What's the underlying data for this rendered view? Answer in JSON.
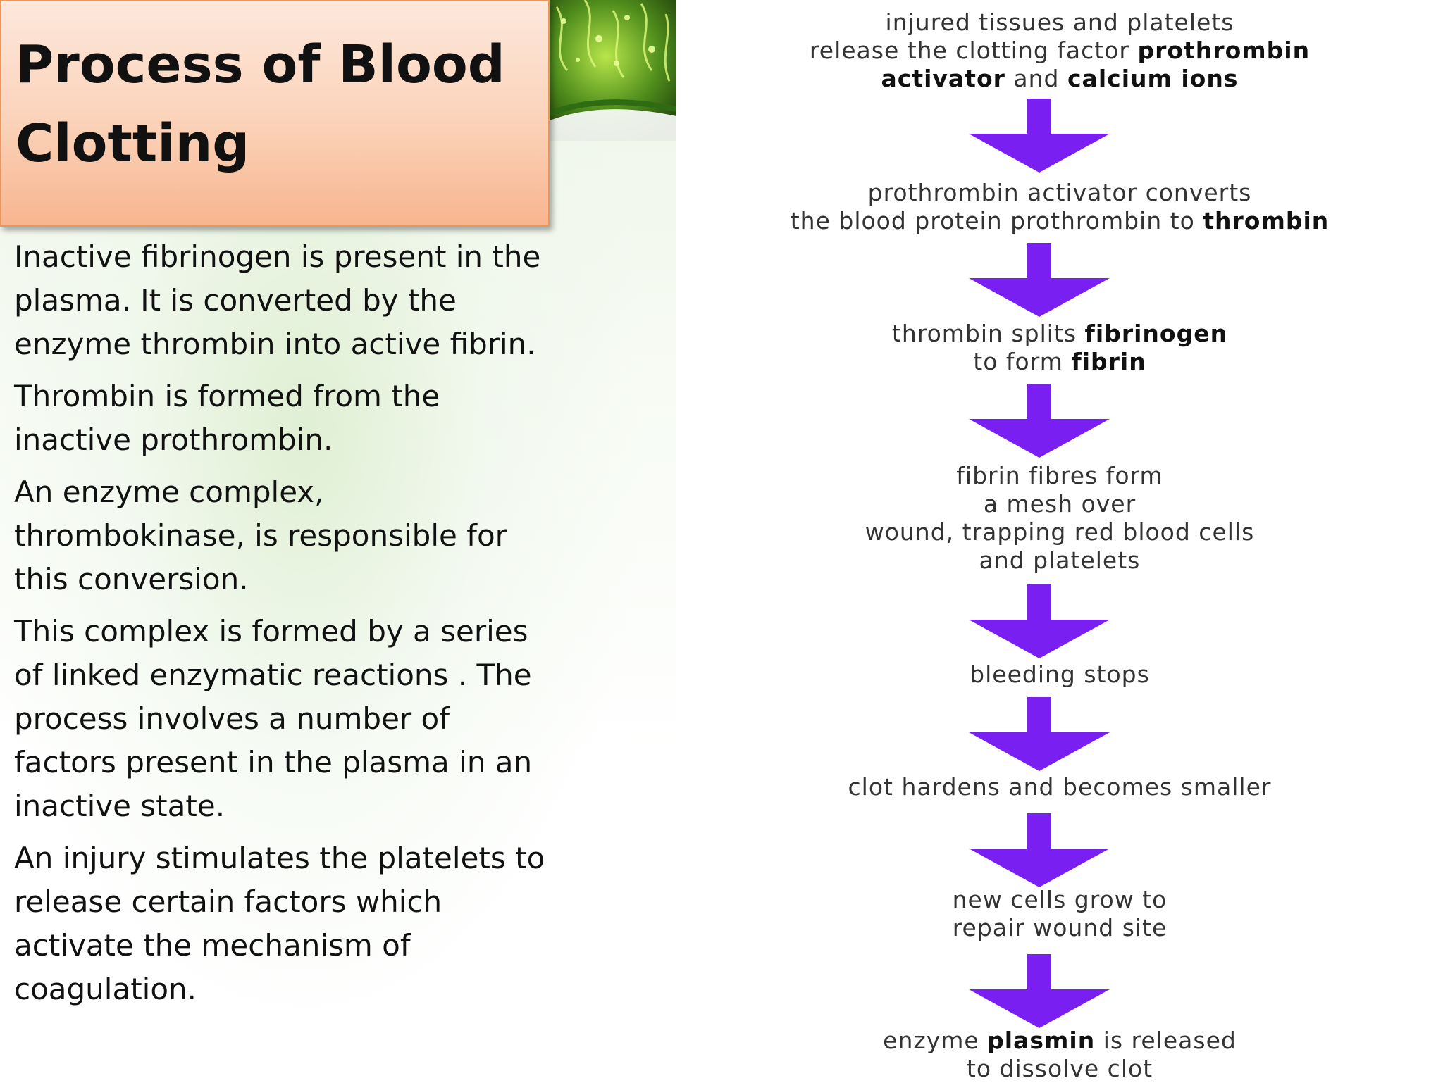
{
  "title": "Process of Blood Clotting",
  "paragraphs": [
    "Inactive fibrinogen is present in the plasma. It is converted by the enzyme thrombin into active fibrin.",
    "Thrombin is formed from the inactive prothrombin.",
    "An enzyme complex, thrombokinase, is responsible for this conversion.",
    "This complex is formed by a series of linked enzymatic reactions . The process involves a number of factors present in the plasma in an inactive state.",
    "An injury stimulates the platelets to release certain factors which activate the mechanism of coagulation."
  ],
  "flow_steps": {
    "s1": {
      "l1": "injured tissues and platelets",
      "l2_pre": "release the clotting factor ",
      "l2_bold": "prothrombin",
      "l3_bold_a": "activator",
      "l3_mid": " and ",
      "l3_bold_b": "calcium ions"
    },
    "s2": {
      "l1": "prothrombin activator converts",
      "l2_pre": "the blood protein prothrombin to ",
      "l2_bold": "thrombin"
    },
    "s3": {
      "l1_pre": "thrombin splits ",
      "l1_bold": "fibrinogen",
      "l2_pre": "to form ",
      "l2_bold": "fibrin"
    },
    "s4": {
      "l1": "fibrin fibres form",
      "l2": "a mesh over",
      "l3": "wound, trapping red blood cells",
      "l4": "and platelets"
    },
    "s5": {
      "l1": "bleeding stops"
    },
    "s6": {
      "l1": "clot hardens and becomes smaller"
    },
    "s7": {
      "l1": "new cells grow to",
      "l2": "repair wound site"
    },
    "s8": {
      "l1_pre": "enzyme ",
      "l1_bold": "plasmin",
      "l1_post": " is released",
      "l2": "to dissolve clot"
    }
  },
  "colors": {
    "arrow": "#7a1ff2",
    "title_box_top": "#fde8dc",
    "title_box_bottom": "#f7b58f"
  },
  "icons": [
    "down-arrow-icon"
  ]
}
